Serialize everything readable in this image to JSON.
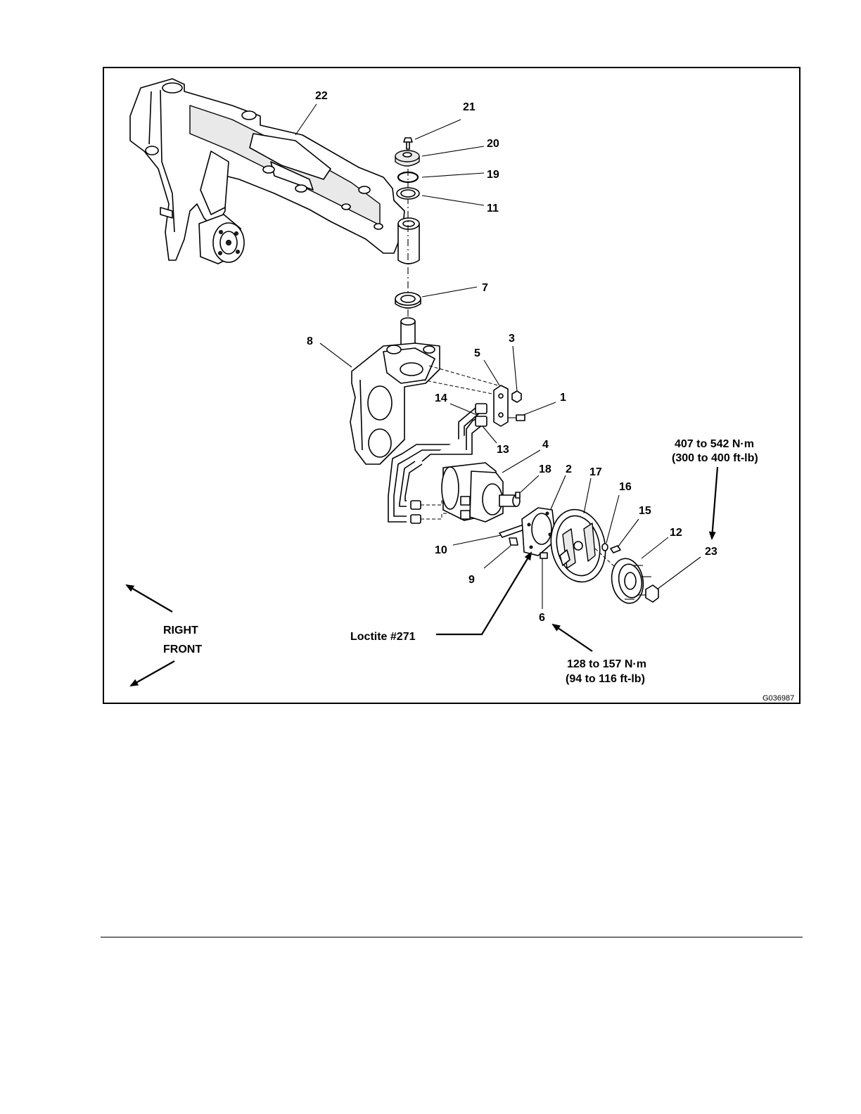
{
  "figure_id": "G036987",
  "direction_labels": {
    "right": "RIGHT",
    "front": "FRONT"
  },
  "notes": {
    "loctite": "Loctite #271",
    "torque_hub_nut_line1": "407 to 542 N·m",
    "torque_hub_nut_line2": "(300 to 400 ft-lb)",
    "torque_bolt_line1": "128 to 157 N·m",
    "torque_bolt_line2": "(94 to 116 ft-lb)"
  },
  "callouts": {
    "c1": "1",
    "c2": "2",
    "c3": "3",
    "c4": "4",
    "c5": "5",
    "c6": "6",
    "c7": "7",
    "c8": "8",
    "c9": "9",
    "c10": "10",
    "c11": "11",
    "c12": "12",
    "c13": "13",
    "c14": "14",
    "c15": "15",
    "c16": "16",
    "c17": "17",
    "c18": "18",
    "c19": "19",
    "c20": "20",
    "c21": "21",
    "c22": "22",
    "c23": "23"
  }
}
